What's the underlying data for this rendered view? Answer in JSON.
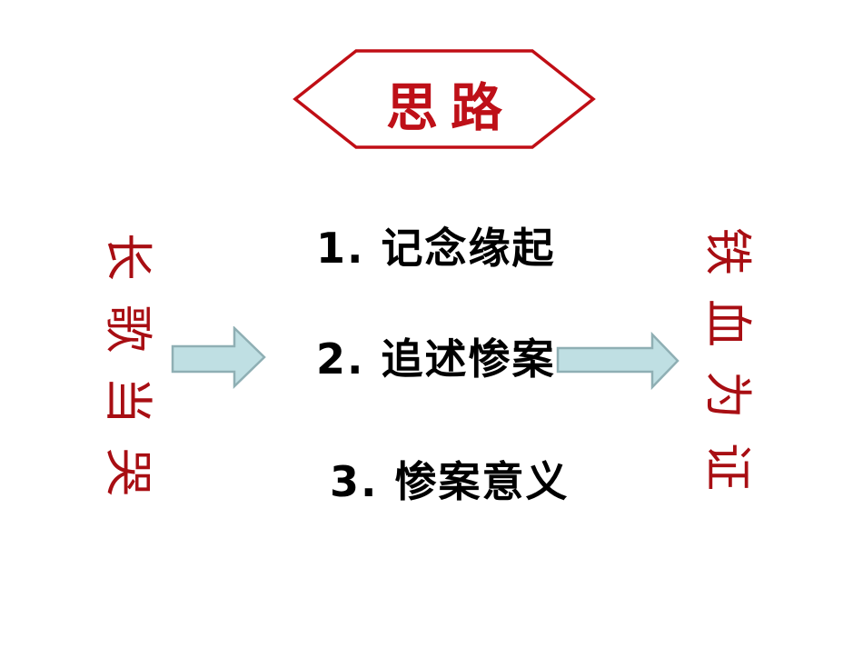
{
  "slide": {
    "background_color": "#FFFFFF",
    "header": {
      "label": "思路",
      "shape": "hexagon",
      "border_color": "#C00E15",
      "text_color": "#BE1018"
    },
    "left_label": {
      "text": "长歌当哭",
      "color": "#A80E13"
    },
    "right_label": {
      "text": "铁血为证",
      "color": "#A80E13"
    },
    "items": [
      "1. 记念缘起",
      "2. 追述惨案",
      "3. 惨案意义"
    ],
    "item_text_color": "#000000",
    "arrows": {
      "fill": "#BFDFE3",
      "stroke": "#8FAFB4",
      "direction": "right"
    }
  }
}
